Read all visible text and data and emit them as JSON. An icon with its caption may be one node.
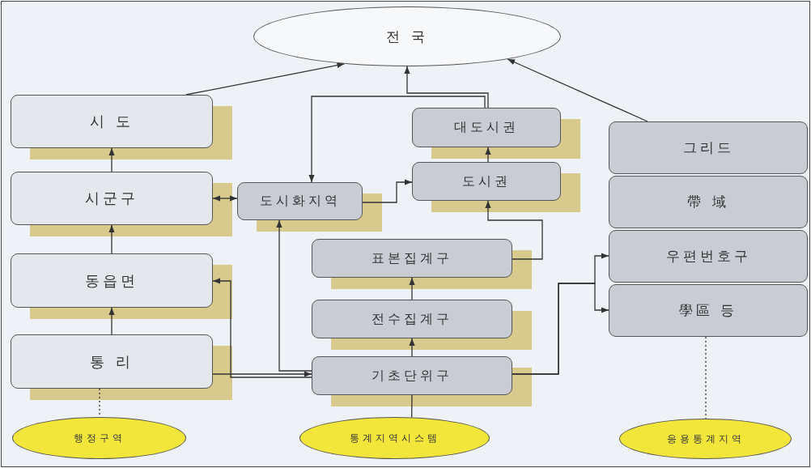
{
  "diagram": {
    "nodes": [
      {
        "text": [
          "전 국"
        ]
      },
      {
        "text": [
          "시 도"
        ]
      },
      {
        "text": [
          "시군구"
        ]
      },
      {
        "text": [
          "동읍면"
        ]
      },
      {
        "text": [
          "통 리"
        ]
      },
      {
        "text": [
          "도시화지역"
        ]
      },
      {
        "text": [
          "대도시권"
        ]
      },
      {
        "text": [
          "도시권"
        ]
      },
      {
        "text": [
          "표본집계구"
        ]
      },
      {
        "text": [
          "전수집계구"
        ]
      },
      {
        "text": [
          "기초단위구"
        ]
      },
      {
        "text": [
          "그리드"
        ]
      },
      {
        "text": [
          "帶 域"
        ]
      },
      {
        "text": [
          "우편번호구"
        ]
      },
      {
        "text": [
          "學區 등"
        ]
      },
      {
        "text": [
          "행정구역"
        ]
      },
      {
        "text": [
          "통계지역시스템"
        ]
      },
      {
        "text": [
          "응용통계지역"
        ]
      }
    ],
    "edges": [
      {
        "from": 1,
        "to": 0,
        "arrow": "to"
      },
      {
        "from": 2,
        "to": 1,
        "arrow": "to"
      },
      {
        "from": 3,
        "to": 2,
        "arrow": "to"
      },
      {
        "from": 4,
        "to": 3,
        "arrow": "to"
      },
      {
        "from": 2,
        "to": 5,
        "arrow": "both"
      },
      {
        "from": 4,
        "to": 10,
        "arrow": "to"
      },
      {
        "from": 10,
        "to": 3,
        "arrow": "to"
      },
      {
        "from": 10,
        "to": 5,
        "arrow": "to"
      },
      {
        "from": 6,
        "to": 0,
        "arrow": "to"
      },
      {
        "from": 6,
        "to": 5,
        "arrow": "to"
      },
      {
        "from": 5,
        "to": 7,
        "arrow": "to"
      },
      {
        "from": 7,
        "to": 6,
        "arrow": "to"
      },
      {
        "from": 10,
        "to": 9,
        "arrow": "to"
      },
      {
        "from": 9,
        "to": 8,
        "arrow": "to"
      },
      {
        "from": 8,
        "to": 7,
        "arrow": "to"
      },
      {
        "from": 10,
        "to": 13,
        "arrow": "to"
      },
      {
        "from": 10,
        "to": 14,
        "arrow": "to"
      },
      {
        "from": 11,
        "to": 0,
        "arrow": "to"
      },
      {
        "from": 4,
        "to": 15,
        "arrow": "none",
        "style": "dashed"
      },
      {
        "from": 10,
        "to": 16,
        "arrow": "none"
      },
      {
        "from": 14,
        "to": 17,
        "arrow": "none",
        "style": "dashed"
      }
    ]
  }
}
